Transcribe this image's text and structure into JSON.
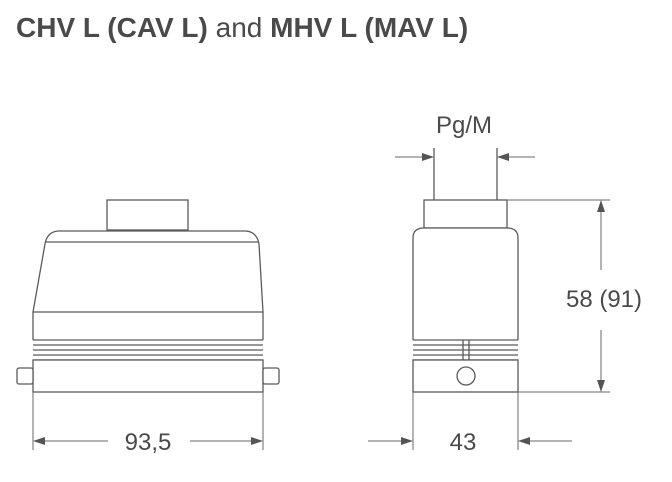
{
  "title": {
    "part1": "CHV L (CAV L)",
    "connector": "and",
    "part2": "MHV L (MAV L)"
  },
  "dimensions": {
    "width_front": "93,5",
    "width_side": "43",
    "height": "58 (91)",
    "thread": "Pg/M"
  },
  "colors": {
    "text": "#4a4a4a",
    "line": "#6a6a6a",
    "outline": "#5a5a5a"
  }
}
